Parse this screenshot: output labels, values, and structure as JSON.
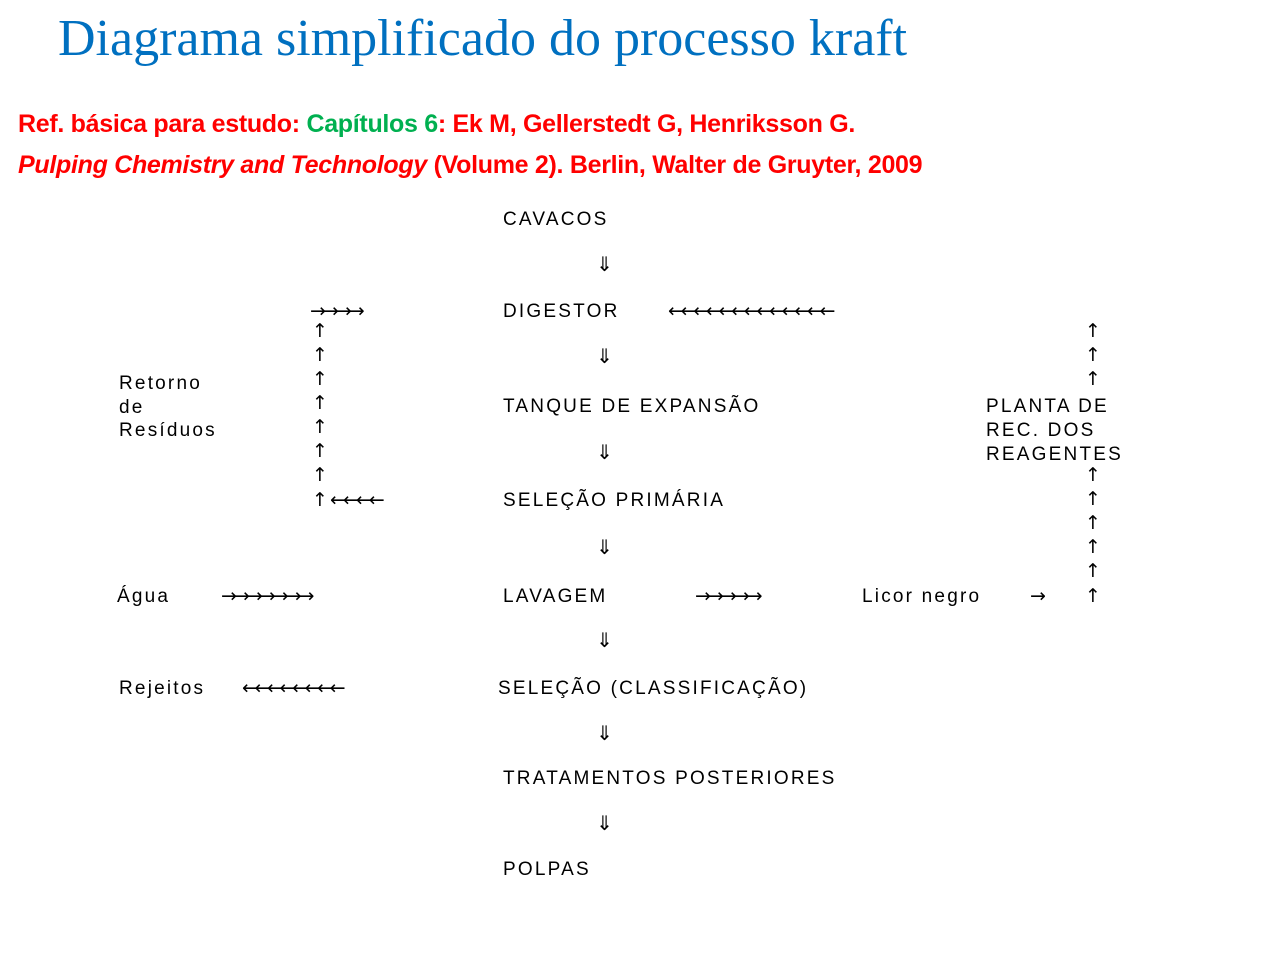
{
  "slide": {
    "title": "Diagrama simplificado do processo kraft",
    "reference": {
      "line1_prefix": "Ref. básica para estudo: ",
      "line1_chapters": "Capítulos 6",
      "line1_suffix": ": Ek M, Gellerstedt G, Henriksson G.",
      "line2_book": "Pulping Chemistry and Technology",
      "line2_suffix": " (Volume 2). Berlin, Walter de Gruyter, 2009"
    },
    "colors": {
      "title": "#0070c0",
      "reference": "#ff0000",
      "chapters": "#00b050"
    }
  },
  "diagram": {
    "steps": [
      "CAVACOS",
      "DIGESTOR",
      "TANQUE DE EXPANSÃO",
      "SELEÇÃO PRIMÁRIA",
      "LAVAGEM",
      "SELEÇÃO (CLASSIFICAÇÃO)",
      "TRATAMENTOS POSTERIORES",
      "POLPAS"
    ],
    "side_labels": {
      "retorno_line1": "Retorno",
      "retorno_line2": "de",
      "retorno_line3": "Resíduos",
      "agua": "Água",
      "licor_negro": "Licor negro",
      "rejeitos": "Rejeitos",
      "planta_line1": "PLANTA DE",
      "planta_line2": "REC. DOS",
      "planta_line3": "REAGENTES"
    },
    "arrows": {
      "down": "⇓",
      "top_return": "→→→→",
      "digestor_feed": "←←←←←←←←←←←←←",
      "primary_return": "←←←←",
      "water_in": "→→→→→→→",
      "black_liquor": "→→→→→",
      "black_liquor_end": "→",
      "rejects": "←←←←←←←←",
      "up": "↑"
    }
  }
}
